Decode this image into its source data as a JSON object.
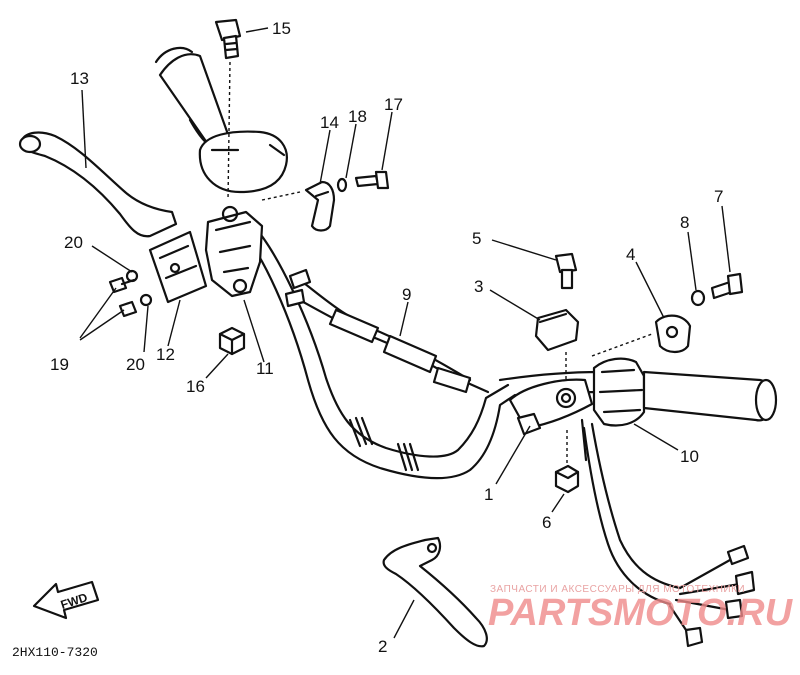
{
  "diagram": {
    "part_code": "2HX110-7320",
    "fwd_label": "FWD",
    "watermark_line": "ЗАПЧАСТИ И АКСЕССУАРЫ ДЛЯ МОТОТЕХНИКИ",
    "watermark_brand": "PARTSMOTO.RU",
    "callouts": [
      {
        "id": "1",
        "label": "1"
      },
      {
        "id": "2",
        "label": "2"
      },
      {
        "id": "3",
        "label": "3"
      },
      {
        "id": "4",
        "label": "4"
      },
      {
        "id": "5",
        "label": "5"
      },
      {
        "id": "6",
        "label": "6"
      },
      {
        "id": "7",
        "label": "7"
      },
      {
        "id": "8",
        "label": "8"
      },
      {
        "id": "9",
        "label": "9"
      },
      {
        "id": "10",
        "label": "10"
      },
      {
        "id": "11",
        "label": "11"
      },
      {
        "id": "12",
        "label": "12"
      },
      {
        "id": "13",
        "label": "13"
      },
      {
        "id": "14",
        "label": "14"
      },
      {
        "id": "15",
        "label": "15"
      },
      {
        "id": "16",
        "label": "16"
      },
      {
        "id": "17",
        "label": "17"
      },
      {
        "id": "18",
        "label": "18"
      },
      {
        "id": "19",
        "label": "19"
      },
      {
        "id": "20a",
        "label": "20"
      },
      {
        "id": "20b",
        "label": "20"
      }
    ]
  }
}
